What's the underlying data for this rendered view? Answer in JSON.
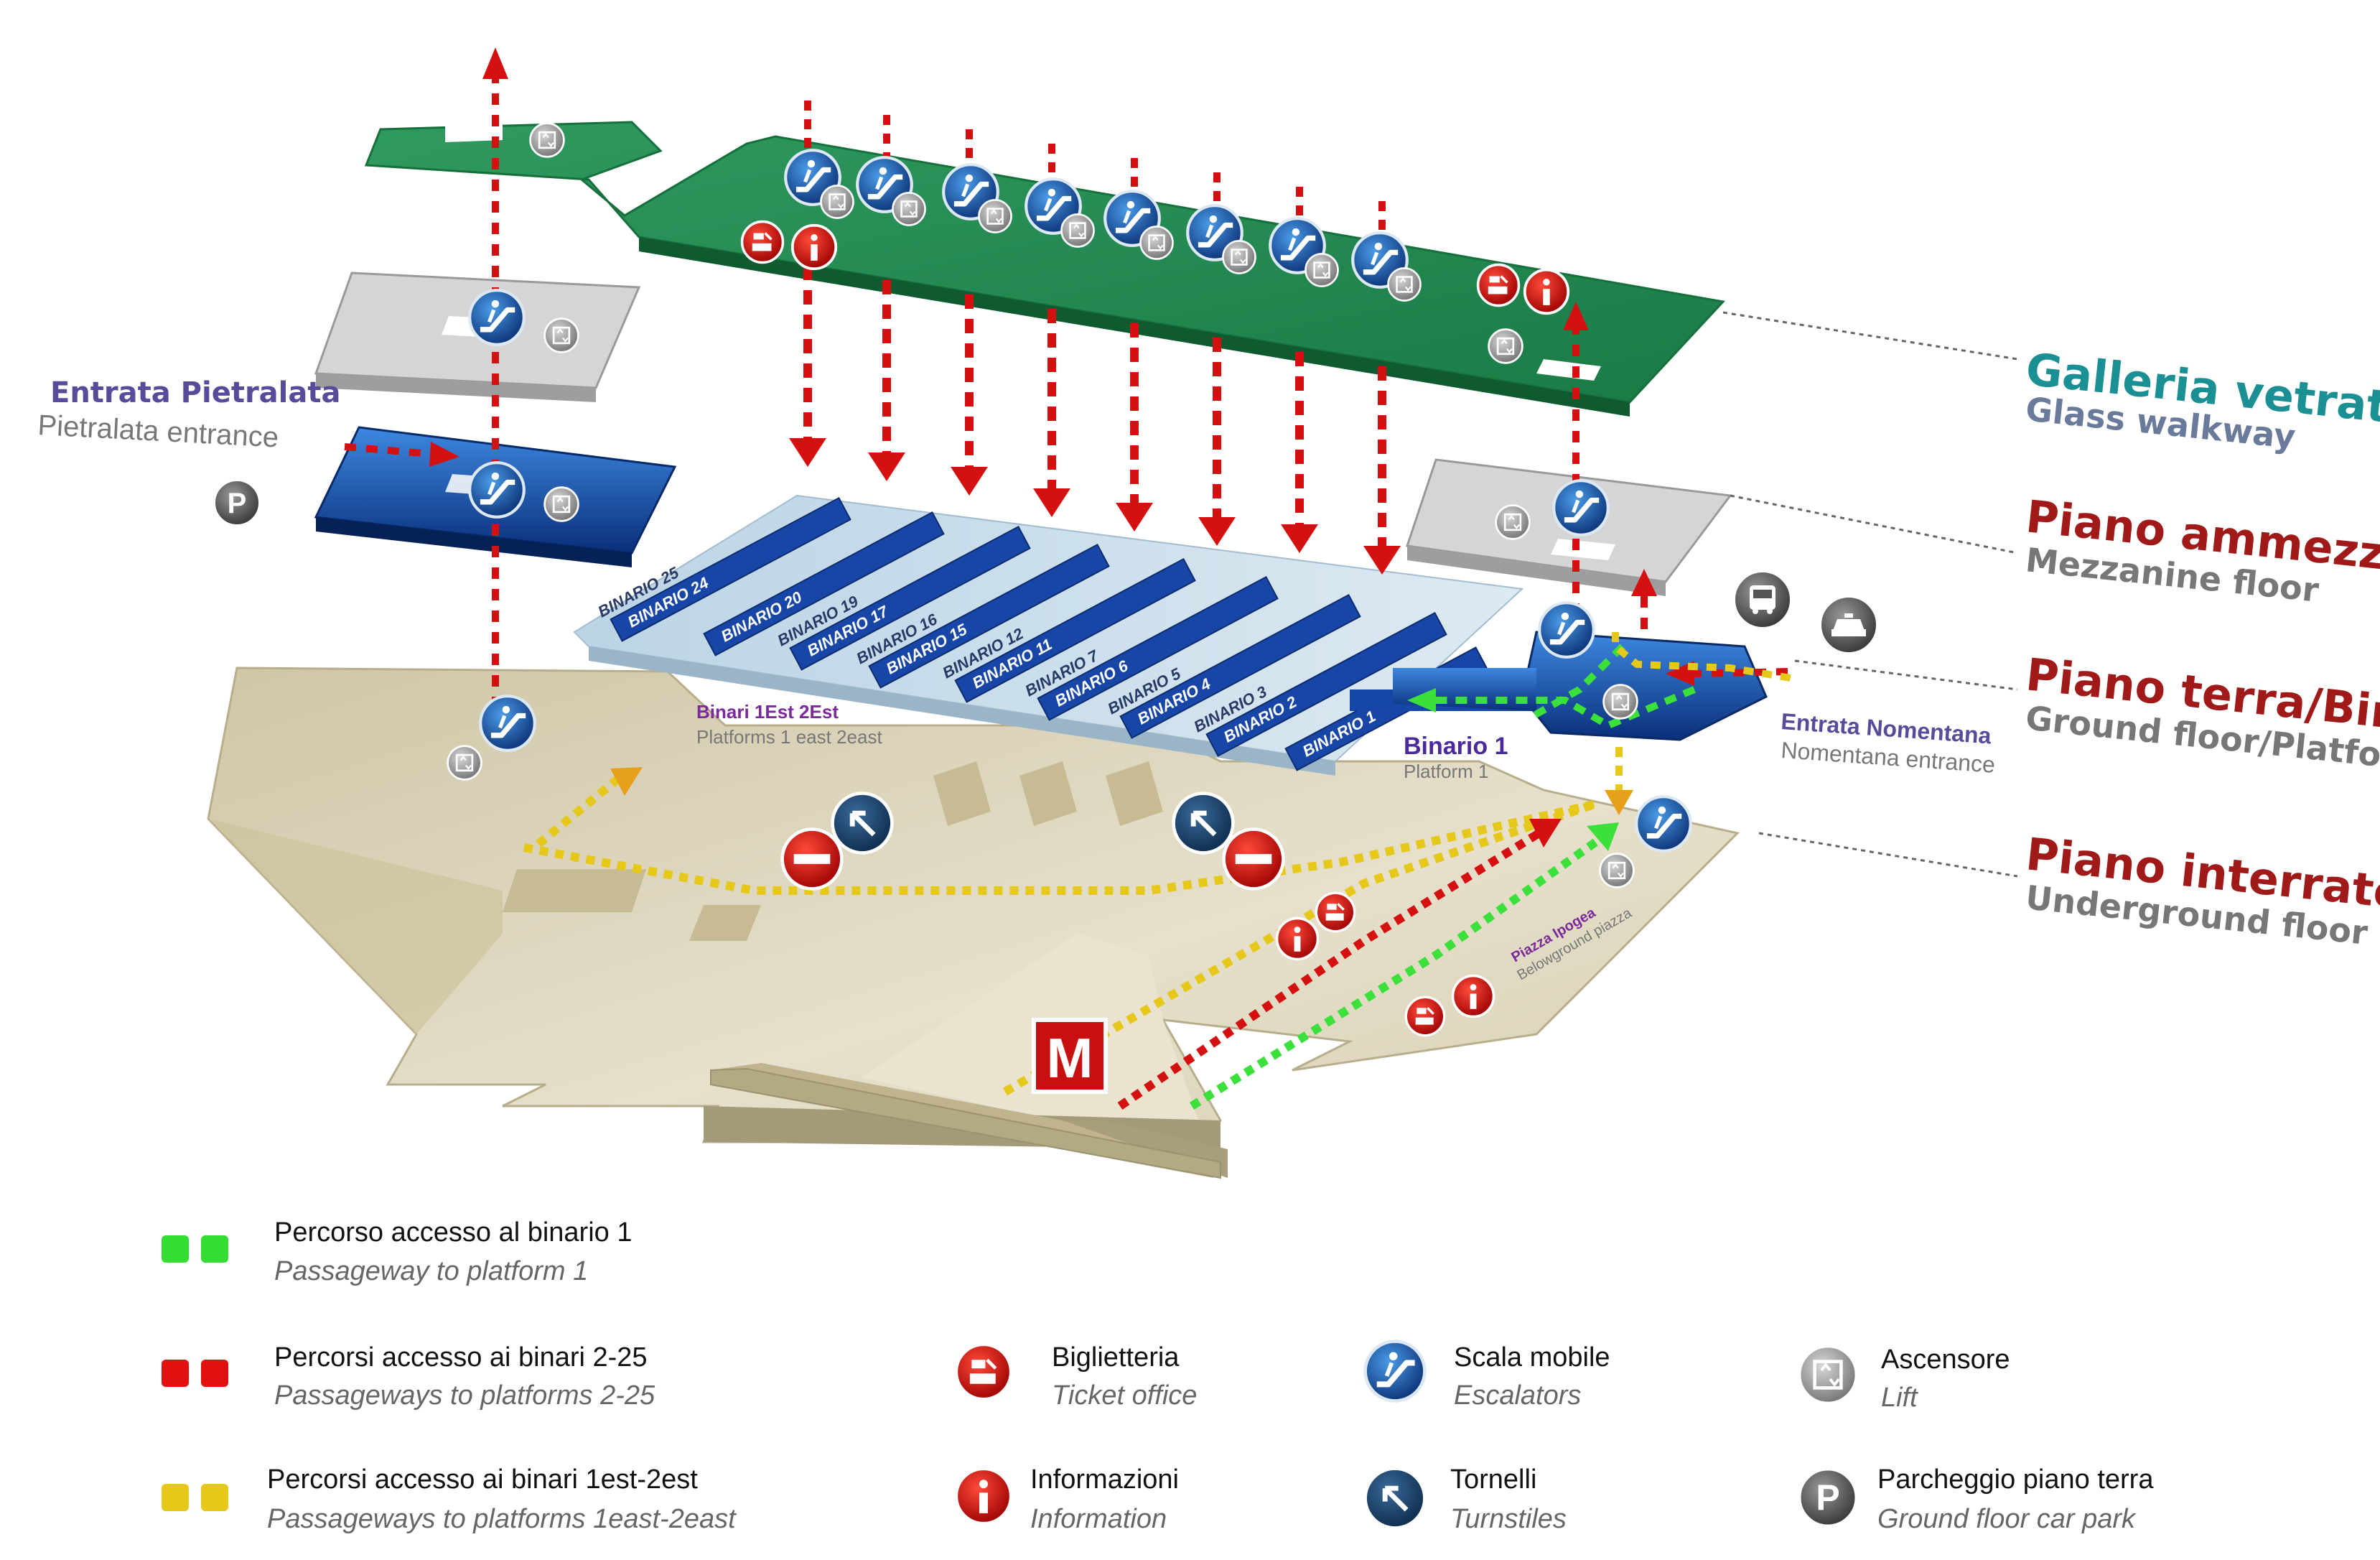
{
  "floors": {
    "galleria": {
      "it": "Galleria vetrata",
      "en": "Glass walkway",
      "color_it": "#1a8f94",
      "color_en": "#6a7a9a"
    },
    "ammezzato": {
      "it": "Piano ammezzato",
      "en": "Mezzanine floor",
      "color_it": "#a11a1a",
      "color_en": "#777777"
    },
    "terra": {
      "it": "Piano terra/Binari",
      "en": "Ground floor/Platforms",
      "color_it": "#a11a1a",
      "color_en": "#777777"
    },
    "interrato": {
      "it": "Piano interrato",
      "en": "Underground floor",
      "color_it": "#a11a1a",
      "color_en": "#777777"
    }
  },
  "entrances": {
    "pietralata": {
      "it": "Entrata Pietralata",
      "en": "Pietralata entrance"
    },
    "nomentana": {
      "it": "Entrata Nomentana",
      "en": "Nomentana entrance"
    }
  },
  "platform_labels": {
    "est": {
      "it": "Binari 1Est 2Est",
      "en": "Platforms 1 east 2east"
    },
    "binario1": {
      "it": "Binario 1",
      "en": "Platform 1"
    },
    "piazza": {
      "it": "Piazza Ipogea",
      "en": "Belowground piazza"
    }
  },
  "platforms": [
    [
      "BINARIO 25",
      "BINARIO 24"
    ],
    [
      "BINARIO 20"
    ],
    [
      "BINARIO 19",
      "BINARIO 17"
    ],
    [
      "BINARIO 16",
      "BINARIO 15"
    ],
    [
      "BINARIO 12",
      "BINARIO 11"
    ],
    [
      "BINARIO 7",
      "BINARIO 6"
    ],
    [
      "BINARIO 5",
      "BINARIO 4"
    ],
    [
      "BINARIO 3",
      "BINARIO 2"
    ],
    [
      "BINARIO 1"
    ]
  ],
  "metro_letter": "M",
  "legend": {
    "green": {
      "it": "Percorso accesso al binario 1",
      "en": "Passageway to platform 1",
      "color": "#33dd33"
    },
    "red": {
      "it": "Percorsi accesso ai binari 2-25",
      "en": "Passageways to platforms 2-25",
      "color": "#e01010"
    },
    "yellow": {
      "it": "Percorsi accesso ai binari 1est-2est",
      "en": "Passageways to platforms 1east-2east",
      "color": "#e6c81a"
    },
    "ticket": {
      "it": "Biglietteria",
      "en": "Ticket office",
      "icon": "ticket-office-icon"
    },
    "info": {
      "it": "Informazioni",
      "en": "Information",
      "icon": "information-icon"
    },
    "escalator": {
      "it": "Scala mobile",
      "en": "Escalators",
      "icon": "escalator-icon"
    },
    "turnstile": {
      "it": "Tornelli",
      "en": "Turnstiles",
      "icon": "turnstile-icon"
    },
    "lift": {
      "it": "Ascensore",
      "en": "Lift",
      "icon": "lift-icon"
    },
    "parking": {
      "it": "Parcheggio piano terra",
      "en": "Ground floor car park",
      "icon": "parking-icon",
      "letter": "P"
    }
  }
}
